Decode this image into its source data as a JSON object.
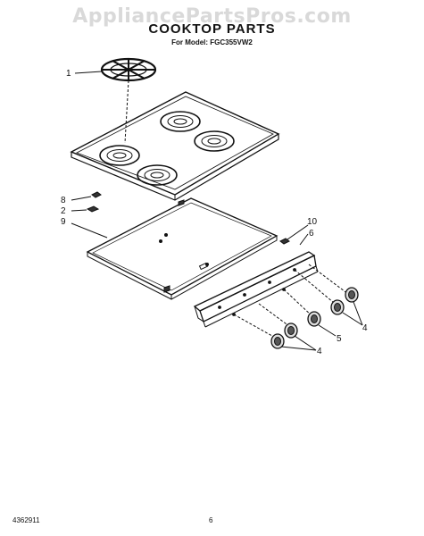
{
  "watermark": "AppliancePartsPros.com",
  "title": "COOKTOP PARTS",
  "model_line": "For Model: FGC355VW2",
  "callouts": {
    "c1": "1",
    "c8": "8",
    "c2": "2",
    "c9": "9",
    "c10": "10",
    "c6": "6",
    "c4a": "4",
    "c5": "5",
    "c4b": "4"
  },
  "footer": {
    "doc_number": "4362911",
    "page_number": "6"
  }
}
